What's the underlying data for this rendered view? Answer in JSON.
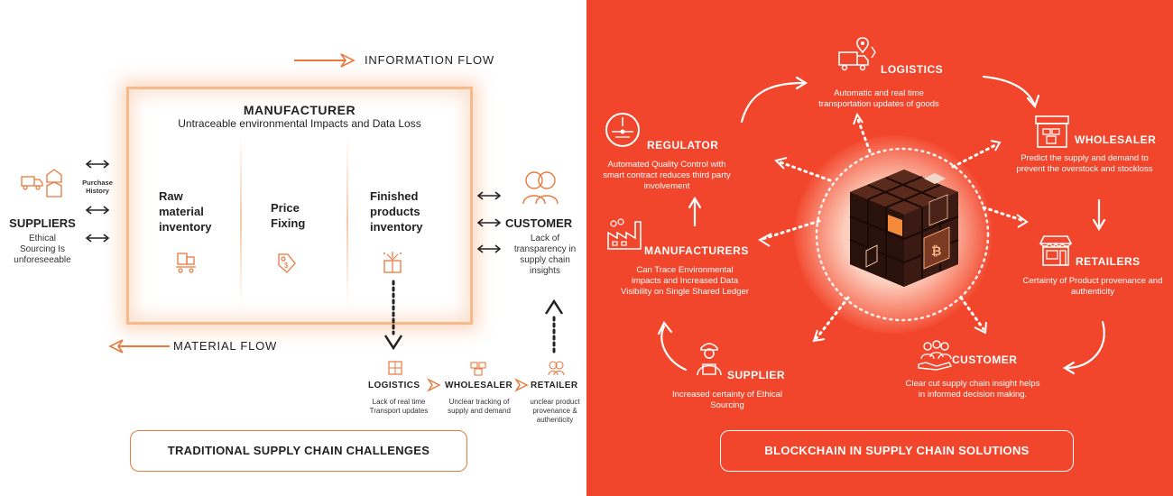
{
  "traditional": {
    "information_flow": "INFORMATION FLOW",
    "material_flow": "MATERIAL FLOW",
    "manufacturer": {
      "title": "MANUFACTURER",
      "subtitle": "Untraceable environmental Impacts and Data Loss",
      "columns": [
        "Raw material inventory",
        "Price Fixing",
        "Finished products inventory"
      ]
    },
    "suppliers": {
      "title": "SUPPLIERS",
      "desc": "Ethical Sourcing Is unforeseeable"
    },
    "purchase_history": "Purchase History",
    "customer": {
      "title": "CUSTOMER",
      "desc": "Lack of transparency in supply chain insights"
    },
    "logistics": {
      "title": "LOGISTICS",
      "desc": "Lack of real time Transport updates"
    },
    "wholesaler": {
      "title": "WHOLESALER",
      "desc": "Unclear tracking of supply and demand"
    },
    "retailer": {
      "title": "RETAILER",
      "desc": "unclear product provenance & authenticity"
    },
    "footer": "TRADITIONAL SUPPLY CHAIN CHALLENGES"
  },
  "blockchain": {
    "logistics": {
      "title": "LOGISTICS",
      "desc": "Automatic and real time transportation updates of goods"
    },
    "wholesaler": {
      "title": "WHOLESALER",
      "desc": "Predict the supply and demand to prevent the overstock and stockloss"
    },
    "retailers": {
      "title": "RETAILERS",
      "desc": "Certainty of Product provenance and authenticity"
    },
    "customer": {
      "title": "CUSTOMER",
      "desc": "Clear cut supply chain insight helps in informed decision making."
    },
    "supplier": {
      "title": "SUPPLIER",
      "desc": "Increased certainty of Ethical Sourcing"
    },
    "manufacturers": {
      "title": "MANUFACTURERS",
      "desc": "Can Trace Environmental impacts and Increased Data Visibility on Single Shared Ledger"
    },
    "regulator": {
      "title": "REGULATOR",
      "desc": "Automated Quality Control with smart contract reduces third party involvement"
    },
    "footer": "BLOCKCHAIN IN SUPPLY CHAIN  SOLUTIONS"
  },
  "colors": {
    "accent": "#e9783c",
    "right_bg": "#f2462c",
    "dark": "#222222"
  }
}
